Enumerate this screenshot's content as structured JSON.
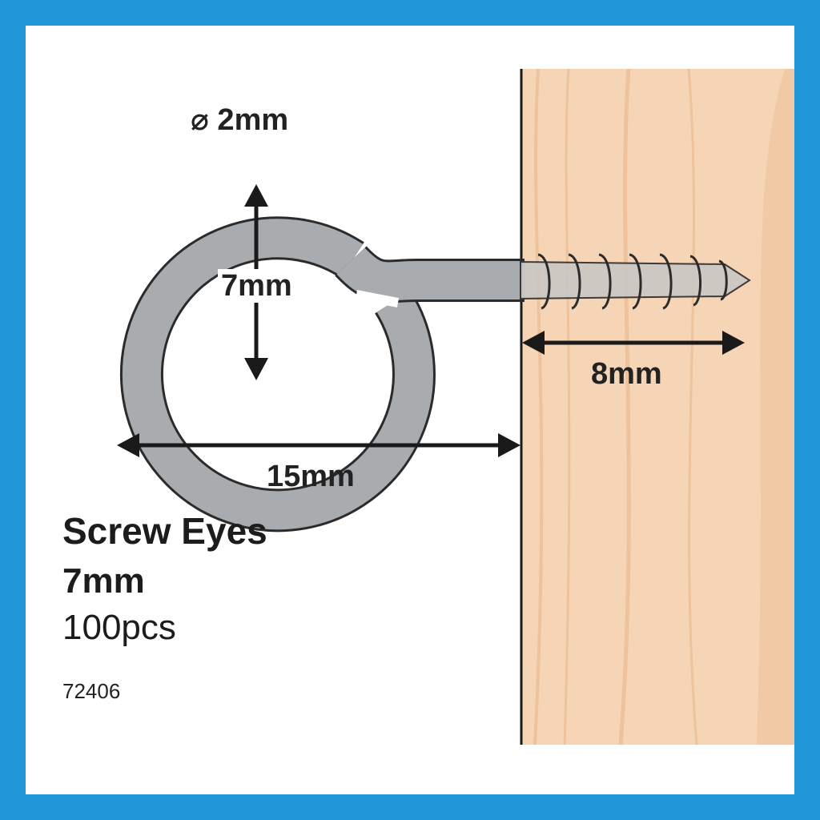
{
  "colors": {
    "border": "#1f97d7",
    "background": "#ffffff",
    "wood": "#f6d5b6",
    "wood_grain": "#eec29a",
    "metal": "#a9acae",
    "metal_outline": "#2b2b2b",
    "text": "#222222"
  },
  "dimensions": {
    "wire_diameter": "⌀ 2mm",
    "eye_inner": "7mm",
    "thread_length": "8mm",
    "overall_length": "15mm"
  },
  "product": {
    "name": "Screw Eyes",
    "size": "7mm",
    "quantity": "100pcs",
    "code": "72406"
  },
  "icons": [
    "screw-eye-icon",
    "wood-block-icon",
    "dimension-arrow-icon"
  ]
}
